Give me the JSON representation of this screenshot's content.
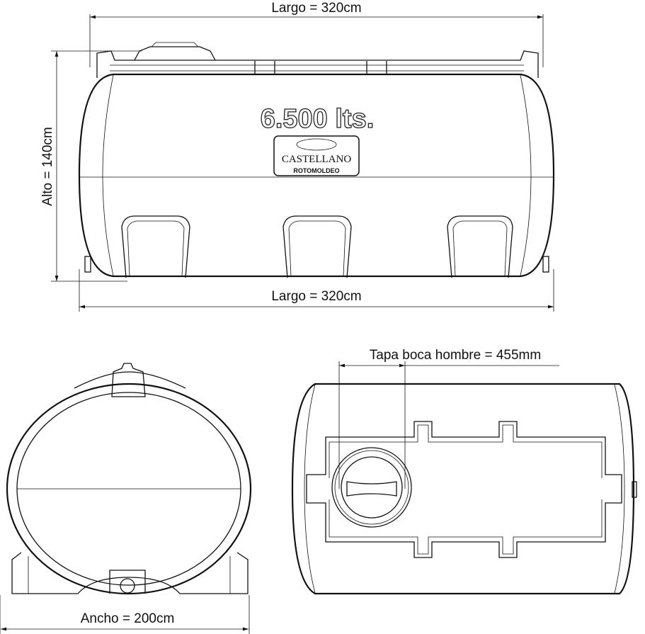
{
  "side_view": {
    "top_dimension": "Largo = 320cm",
    "bottom_dimension": "Largo = 320cm",
    "height_dimension": "Alto = 140cm",
    "capacity": "6.500 lts.",
    "logo_brand": "CASTELLANO",
    "logo_sub": "ROTOMOLDEO"
  },
  "front_view": {
    "width_dimension": "Ancho = 200cm"
  },
  "plan_view": {
    "manhole_dimension": "Tapa boca hombre = 455mm"
  },
  "colors": {
    "line": "#111111",
    "background": "#ffffff"
  }
}
